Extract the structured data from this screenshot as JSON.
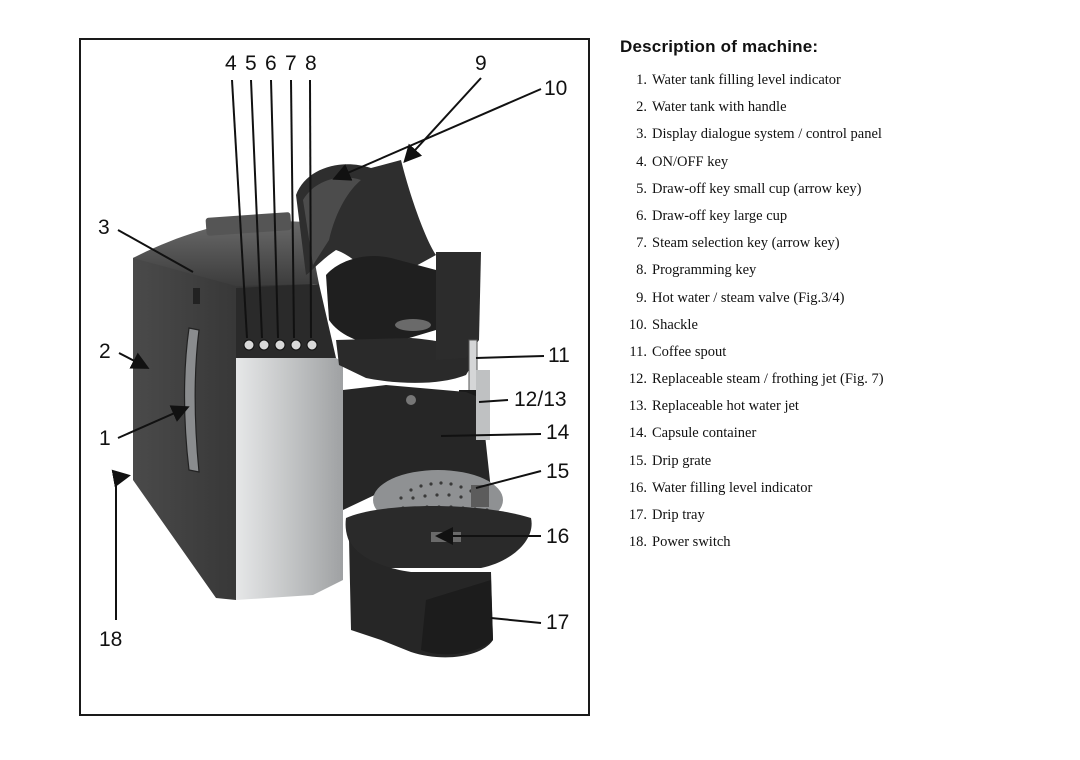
{
  "description": {
    "title": "Description of machine:",
    "items": [
      {
        "num": "1.",
        "text": "Water tank filling level indicator"
      },
      {
        "num": "2.",
        "text": "Water tank with handle"
      },
      {
        "num": "3.",
        "text": "Display dialogue system / control panel"
      },
      {
        "num": "4.",
        "text": "ON/OFF key"
      },
      {
        "num": "5.",
        "text": "Draw-off key small cup (arrow key)"
      },
      {
        "num": "6.",
        "text": "Draw-off key large cup"
      },
      {
        "num": "7.",
        "text": "Steam selection key (arrow key)"
      },
      {
        "num": "8.",
        "text": "Programming key"
      },
      {
        "num": "9.",
        "text": "Hot water / steam valve (Fig.3/4)"
      },
      {
        "num": "10.",
        "text": "Shackle"
      },
      {
        "num": "11.",
        "text": "Coffee spout"
      },
      {
        "num": "12.",
        "text": "Replaceable steam / frothing jet (Fig. 7)"
      },
      {
        "num": "13.",
        "text": "Replaceable hot water jet"
      },
      {
        "num": "14.",
        "text": "Capsule container"
      },
      {
        "num": "15.",
        "text": "Drip grate"
      },
      {
        "num": "16.",
        "text": "Water filling level indicator"
      },
      {
        "num": "17.",
        "text": "Drip tray"
      },
      {
        "num": "18.",
        "text": "Power switch"
      }
    ]
  },
  "callouts": {
    "c1": "1",
    "c2": "2",
    "c3": "3",
    "c4": "4",
    "c5": "5",
    "c6": "6",
    "c7": "7",
    "c8": "8",
    "c9": "9",
    "c10": "10",
    "c11": "11",
    "c12_13": "12/13",
    "c14": "14",
    "c15": "15",
    "c16": "16",
    "c17": "17",
    "c18": "18"
  },
  "colors": {
    "frame": "#1a1a1a",
    "machine_dark": "#3a3a3a",
    "machine_silver": "#c9cbcc"
  }
}
